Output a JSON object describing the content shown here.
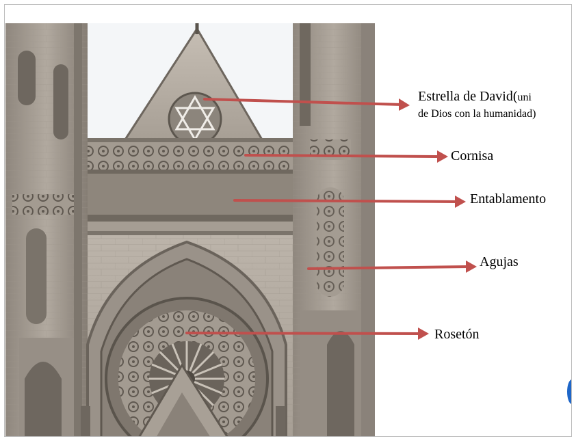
{
  "photo": {
    "subject": "cathedral-facade"
  },
  "labels": {
    "estrella_main": "Estrella de David(",
    "estrella_cut": "uni",
    "estrella_line2": "de Dios con la humanidad)",
    "cornisa": "Cornisa",
    "entablamento": "Entablamento",
    "agujas": "Agujas",
    "roseton": "Rosetón"
  },
  "colors": {
    "arrow": "#c0504d",
    "stone": "#b9b1a8",
    "sky": "#f4f6f8",
    "accent_edge": "#1e66c8"
  }
}
